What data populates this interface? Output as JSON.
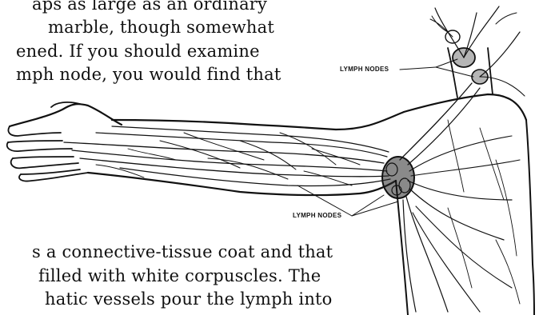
{
  "paragraph_top": [
    "aps as large as an ordinary",
    "marble, though somewhat",
    "ened.  If you should examine",
    "mph node, you would find that"
  ],
  "paragraph_bottom": [
    "s a connective-tissue coat and that",
    "filled with white corpuscles.   The",
    "hatic vessels pour the lymph  into"
  ],
  "figure": {
    "label_upper": "LYMPH NODES",
    "label_lower": "LYMPH NODES"
  }
}
